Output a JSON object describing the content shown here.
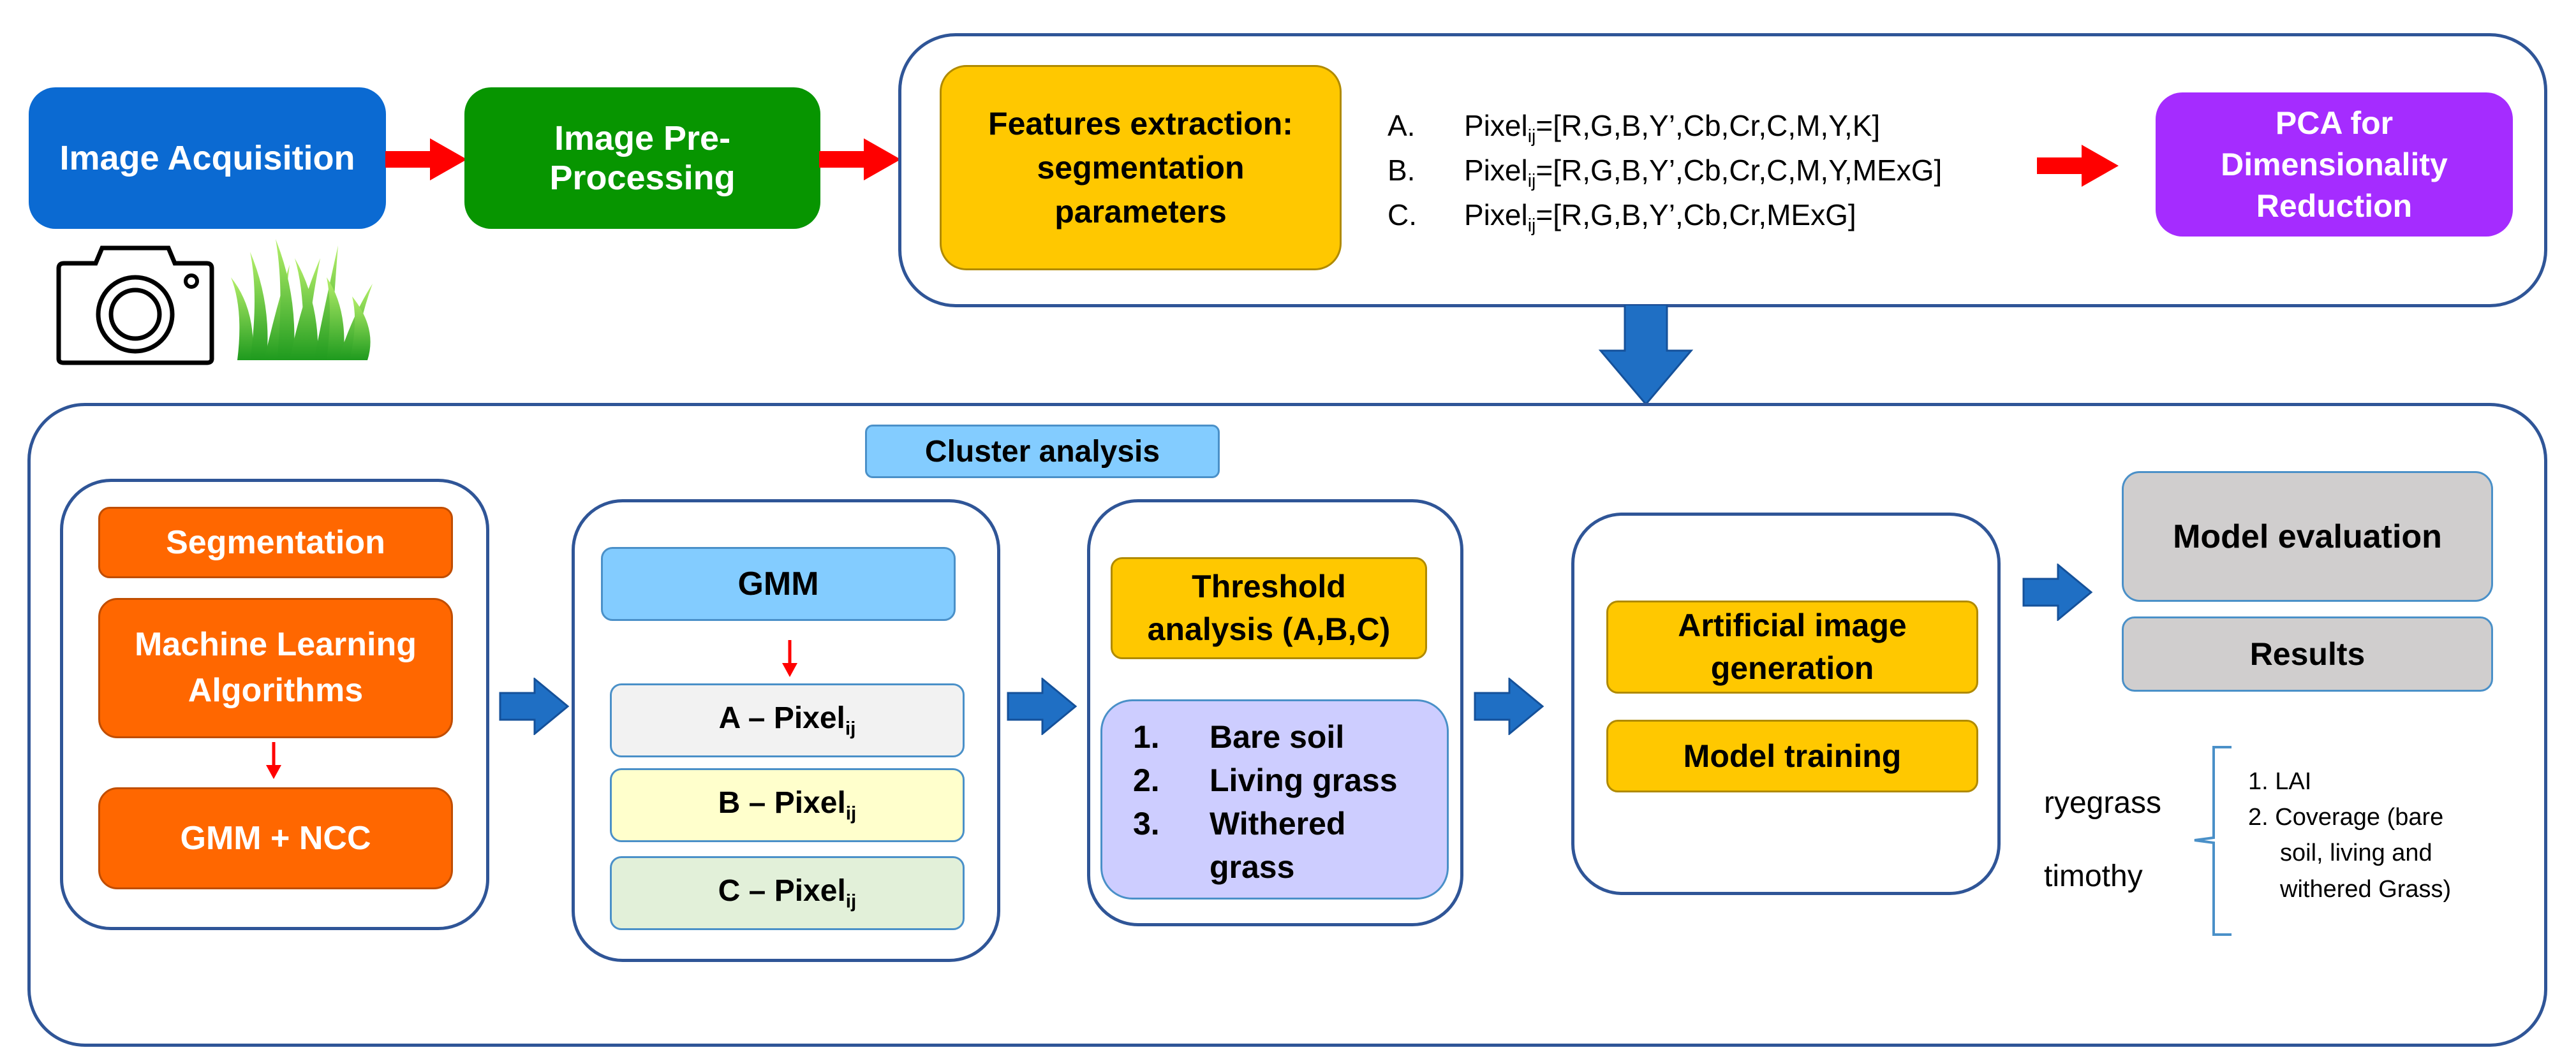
{
  "top": {
    "image_acquisition": "Image Acquisition",
    "preprocessing_line1": "Image Pre-",
    "preprocessing_line2": "Processing",
    "features_line1": "Features extraction:",
    "features_line2": "segmentation",
    "features_line3": "parameters",
    "formulas": [
      {
        "letter": "A.",
        "prefix": "Pixel",
        "sub": "ij",
        "rest": "=[R,G,B,Y’,Cb,Cr,C,M,Y,K]"
      },
      {
        "letter": "B.",
        "prefix": "Pixel",
        "sub": "ij",
        "rest": "=[R,G,B,Y’,Cb,Cr,C,M,Y,MExG]"
      },
      {
        "letter": "C.",
        "prefix": "Pixel",
        "sub": "ij",
        "rest": "=[R,G,B,Y’,Cb,Cr,MExG]"
      }
    ],
    "pca_line1": "PCA for",
    "pca_line2": "Dimensionality",
    "pca_line3": "Reduction"
  },
  "cluster": {
    "title": "Cluster analysis",
    "segmentation": "Segmentation",
    "ml_line1": "Machine Learning",
    "ml_line2": "Algorithms",
    "gmm_ncc": "GMM + NCC",
    "gmm": "GMM",
    "pixel_a_prefix": "A – Pixel",
    "pixel_b_prefix": "B – Pixel",
    "pixel_c_prefix": "C – Pixel",
    "pixel_sub": "ij",
    "threshold_line1": "Threshold",
    "threshold_line2": "analysis (A,B,C)",
    "classes": [
      {
        "num": "1.",
        "label": "Bare soil"
      },
      {
        "num": "2.",
        "label": "Living grass"
      },
      {
        "num": "3.",
        "label": "Withered"
      }
    ],
    "class3_cont": "grass",
    "artificial_line1": "Artificial image",
    "artificial_line2": "generation",
    "model_training": "Model training",
    "model_evaluation": "Model evaluation",
    "results": "Results",
    "species": [
      "ryegrass",
      "timothy"
    ],
    "outputs": {
      "item1": "1.  LAI",
      "item2_line1": "2.  Coverage (bare",
      "item2_line2": "soil, living and",
      "item2_line3": "withered Grass)"
    }
  },
  "colors": {
    "blue": "#0b6ad2",
    "green": "#079500",
    "yellow": "#ffc800",
    "purple": "#a52cff",
    "orange": "#ff6700",
    "light_blue": "#83ccff",
    "lavender": "#cdcdff",
    "gray": "#d0cece",
    "arrow_red": "#ff0000",
    "arrow_blue": "#1f6fc4",
    "border": "#2f5597"
  },
  "icons": [
    "camera-icon",
    "grass-icon"
  ]
}
